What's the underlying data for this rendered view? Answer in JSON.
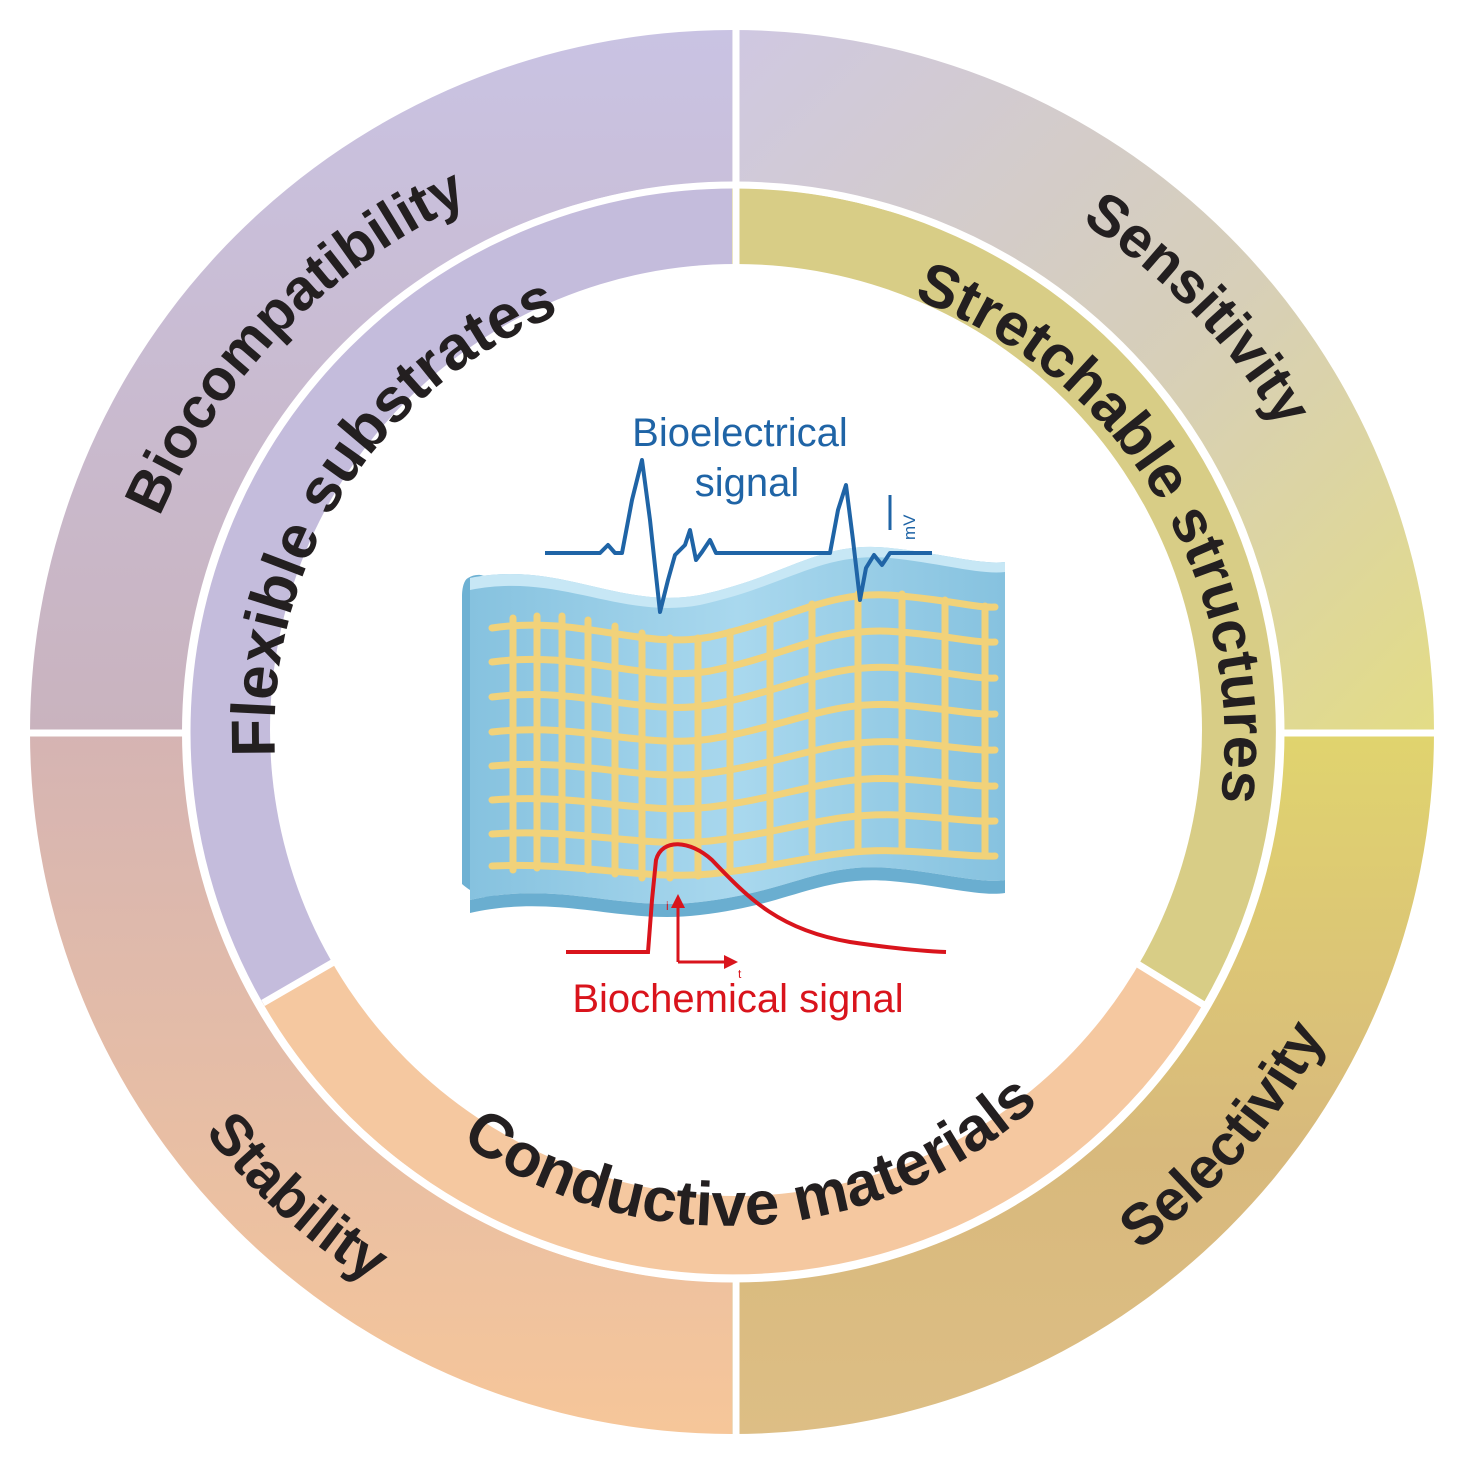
{
  "outer_ring": {
    "top_left": "Biocompatibility",
    "top_right": "Sensitivity",
    "bottom_right": "Selectivity",
    "bottom_left": "Stability"
  },
  "inner_ring": {
    "left": "Flexible substrates",
    "right": "Stretchable structures",
    "bottom": "Conductive materials"
  },
  "center": {
    "bioelectrical_line1": "Bioelectrical",
    "bioelectrical_line2": "signal",
    "scale_unit": "mV",
    "biochemical": "Biochemical signal",
    "axis_y": "i",
    "axis_x": "t"
  },
  "colors": {
    "flexible": "#c4bcdc",
    "stretchable": "#d8cd86",
    "conductive": "#f5c8a0",
    "bioelectrical": "#1f64a6",
    "biochemical": "#d9141c",
    "substrate": "#8fc8e2",
    "mesh": "#f3d57a"
  }
}
